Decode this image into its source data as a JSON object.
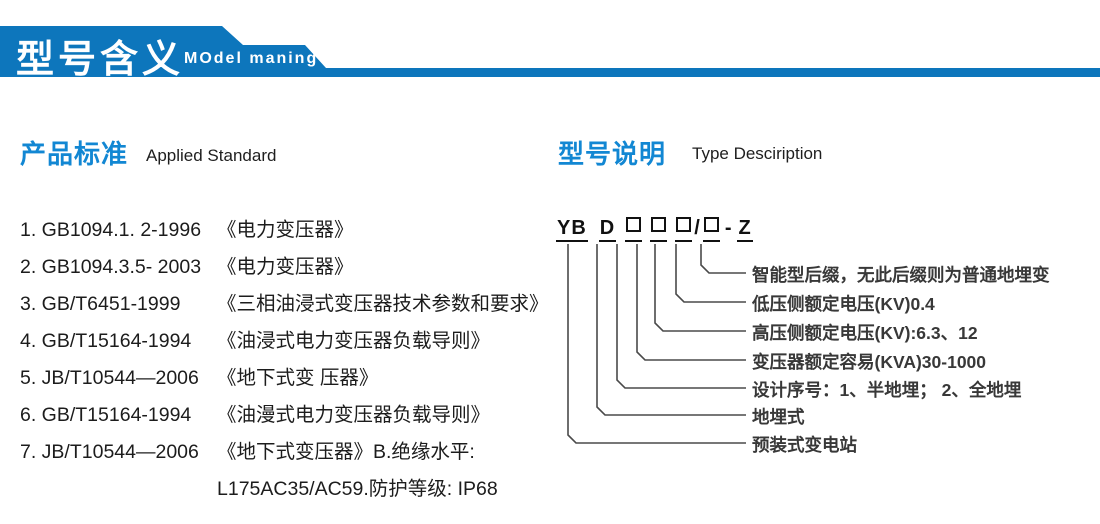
{
  "header": {
    "title": "型号含义",
    "subtitle": "MOdel maning"
  },
  "colors": {
    "banner_blue": "#0d76bc",
    "heading_blue": "#1287d3",
    "body_text": "#1c1c1c",
    "line_gray": "#4a4a4a"
  },
  "left": {
    "heading_zh": "产品标准",
    "heading_en": "Applied Standard",
    "items": [
      {
        "code": "1. GB1094.1. 2-1996",
        "title": "《电力变压器》"
      },
      {
        "code": "2. GB1094.3.5- 2003",
        "title": "《电力变压器》"
      },
      {
        "code": "3. GB/T6451-1999",
        "title": "《三相油浸式变压器技术参数和要求》"
      },
      {
        "code": "4. GB/T15164-1994",
        "title": "《油浸式电力变压器负载导则》"
      },
      {
        "code": "5. JB/T10544—2006",
        "title": "《地下式变 压器》"
      },
      {
        "code": "6. GB/T15164-1994",
        "title": "《油漫式电力变压器负载导则》"
      },
      {
        "code": "7. JB/T10544—2006",
        "title": "《地下式变压器》B.绝缘水平:"
      }
    ],
    "continuation": "L175AC35/AC59.防护等级: IP68"
  },
  "right": {
    "heading_zh": "型号说明",
    "heading_en": "Type Desciription",
    "code": {
      "prefix": "YB",
      "type_letter": "D",
      "slash": "/",
      "dash": "-",
      "suffix": "Z"
    },
    "labels": [
      "智能型后缀，无此后缀则为普通地埋变",
      "低压侧额定电压(KV)0.4",
      "高压侧额定电压(KV):6.3、12",
      "变压器额定容易(KVA)30-1000",
      "设计序号：1、半地埋； 2、全地埋",
      "地埋式",
      "预装式变电站"
    ]
  }
}
